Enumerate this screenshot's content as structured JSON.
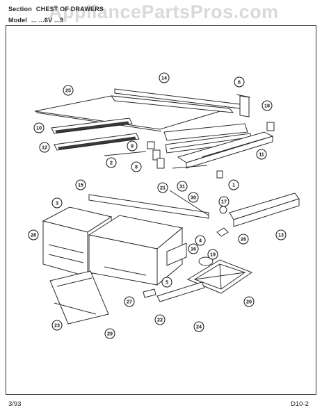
{
  "header": {
    "section_key": "Section",
    "section_value": "CHEST OF DRAWERS",
    "model_key": "Model",
    "model_value": "...  ...6V  ...9"
  },
  "watermark": "AppliancePartsPros.com",
  "footer": {
    "date": "3/93",
    "page": "D10-2"
  },
  "callouts": [
    {
      "id": "c25",
      "label": "25"
    },
    {
      "id": "c14",
      "label": "14"
    },
    {
      "id": "c6",
      "label": "6"
    },
    {
      "id": "c18",
      "label": "18"
    },
    {
      "id": "c10",
      "label": "10"
    },
    {
      "id": "c12",
      "label": "12"
    },
    {
      "id": "c9",
      "label": "9"
    },
    {
      "id": "c2",
      "label": "2"
    },
    {
      "id": "c8",
      "label": "8"
    },
    {
      "id": "c11",
      "label": "11"
    },
    {
      "id": "c21",
      "label": "21"
    },
    {
      "id": "c31",
      "label": "31"
    },
    {
      "id": "c1",
      "label": "1"
    },
    {
      "id": "c15",
      "label": "15"
    },
    {
      "id": "c30",
      "label": "30"
    },
    {
      "id": "c3",
      "label": "3"
    },
    {
      "id": "c17",
      "label": "17"
    },
    {
      "id": "c28",
      "label": "28"
    },
    {
      "id": "c4",
      "label": "4"
    },
    {
      "id": "c16",
      "label": "16"
    },
    {
      "id": "c26",
      "label": "26"
    },
    {
      "id": "c13",
      "label": "13"
    },
    {
      "id": "c19",
      "label": "19"
    },
    {
      "id": "c5",
      "label": "5"
    },
    {
      "id": "c27",
      "label": "27"
    },
    {
      "id": "c20",
      "label": "20"
    },
    {
      "id": "c22",
      "label": "22"
    },
    {
      "id": "c23",
      "label": "23"
    },
    {
      "id": "c29",
      "label": "29"
    },
    {
      "id": "c24",
      "label": "24"
    }
  ]
}
